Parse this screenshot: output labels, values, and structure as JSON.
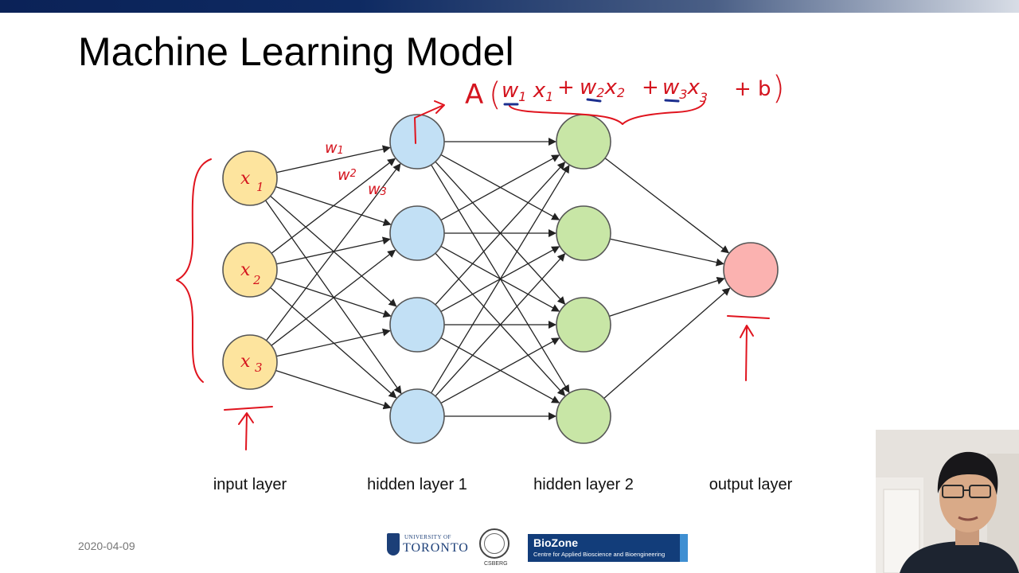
{
  "slide": {
    "title": "Machine Learning Model",
    "date": "2020-04-09"
  },
  "network": {
    "layers": [
      {
        "name": "input",
        "label": "input layer",
        "node_count": 3,
        "color": "#fde49e"
      },
      {
        "name": "hidden-1",
        "label": "hidden layer 1",
        "node_count": 4,
        "color": "#c2e0f5"
      },
      {
        "name": "hidden-2",
        "label": "hidden layer 2",
        "node_count": 4,
        "color": "#c8e6a6"
      },
      {
        "name": "output",
        "label": "output layer",
        "node_count": 1,
        "color": "#fbb2b0"
      }
    ],
    "input_node_labels": [
      "x1",
      "x2",
      "x3"
    ],
    "edge_color": "#222222"
  },
  "annotations": {
    "ink_color": "#e0141e",
    "underline_color": "#1c2f8f",
    "weight_labels": [
      "w1",
      "w2",
      "w3"
    ],
    "formula": "A(w1x1 + w2x2 + w3x3 + b)"
  },
  "footer": {
    "university_small": "UNIVERSITY OF",
    "university_name": "TORONTO",
    "csberg": "CSBERG",
    "biozone_title": "BioZone",
    "biozone_subtitle": "Centre for Applied Bioscience and Bioengineering"
  }
}
